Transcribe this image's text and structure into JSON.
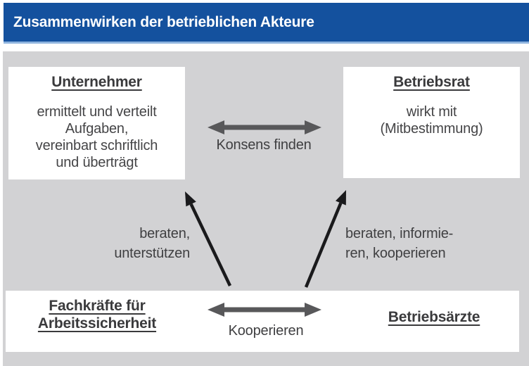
{
  "header": {
    "title": "Zusammenwirken der betrieblichen Akteure"
  },
  "actors": {
    "unternehmer": {
      "title": "Unternehmer",
      "description": "ermittelt und verteilt\nAufgaben,\nvereinbart schriftlich\nund überträgt"
    },
    "betriebsrat": {
      "title": "Betriebsrat",
      "description": "wirkt mit\n(Mitbestimmung)"
    },
    "fachkraefte": {
      "title": "Fachkräfte für\nArbeitssicherheit"
    },
    "betriebsaerzte": {
      "title": "Betriebsärzte"
    }
  },
  "relations": {
    "konsens": {
      "label": "Konsens finden",
      "type": "double-arrow"
    },
    "kooperieren": {
      "label": "Kooperieren",
      "type": "double-arrow"
    },
    "beraten_unterstuetzen": {
      "label": "beraten,\nunterstützen",
      "type": "up-arrow"
    },
    "beraten_informieren": {
      "label": "beraten, informie-\nren, kooperieren",
      "type": "up-arrow"
    }
  },
  "colors": {
    "header_blue": "#14519e",
    "header_rule_light_blue": "#8fb4df",
    "panel_gray": "#d2d2d4",
    "box_white": "#ffffff",
    "double_arrow_gray": "#58585a",
    "diagonal_arrow_black": "#1a1a1c",
    "text_dark_gray": "#3d3d3f",
    "header_text_white": "#ffffff"
  }
}
